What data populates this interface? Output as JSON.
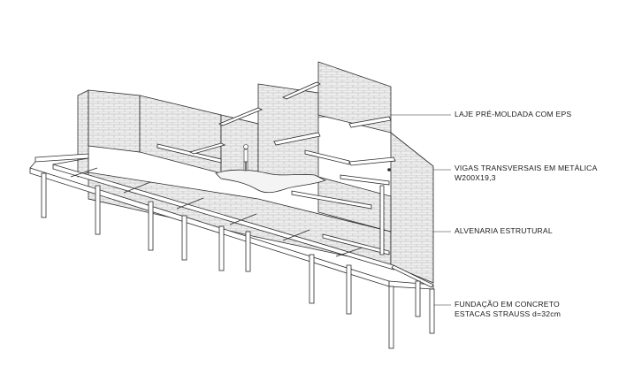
{
  "annotations": [
    {
      "id": "laje",
      "lines": [
        "LAJE PRÉ-MOLDADA COM EPS"
      ]
    },
    {
      "id": "vigas",
      "lines": [
        "VIGAS TRANSVERSAIS EM METÁLICA",
        "W200X19,3"
      ]
    },
    {
      "id": "alvenaria",
      "lines": [
        "ALVENARIA ESTRUTURAL"
      ]
    },
    {
      "id": "fundacao",
      "lines": [
        "FUNDAÇÃO EM CONCRETO",
        "ESTACAS STRAUSS d=32cm"
      ]
    }
  ],
  "colors": {
    "line": "#2b2b2b",
    "brick_fill": "#eeeeee",
    "brick_joint": "#b3b3b3",
    "beam_fill": "#ffffff",
    "text": "#1a1a1a"
  }
}
